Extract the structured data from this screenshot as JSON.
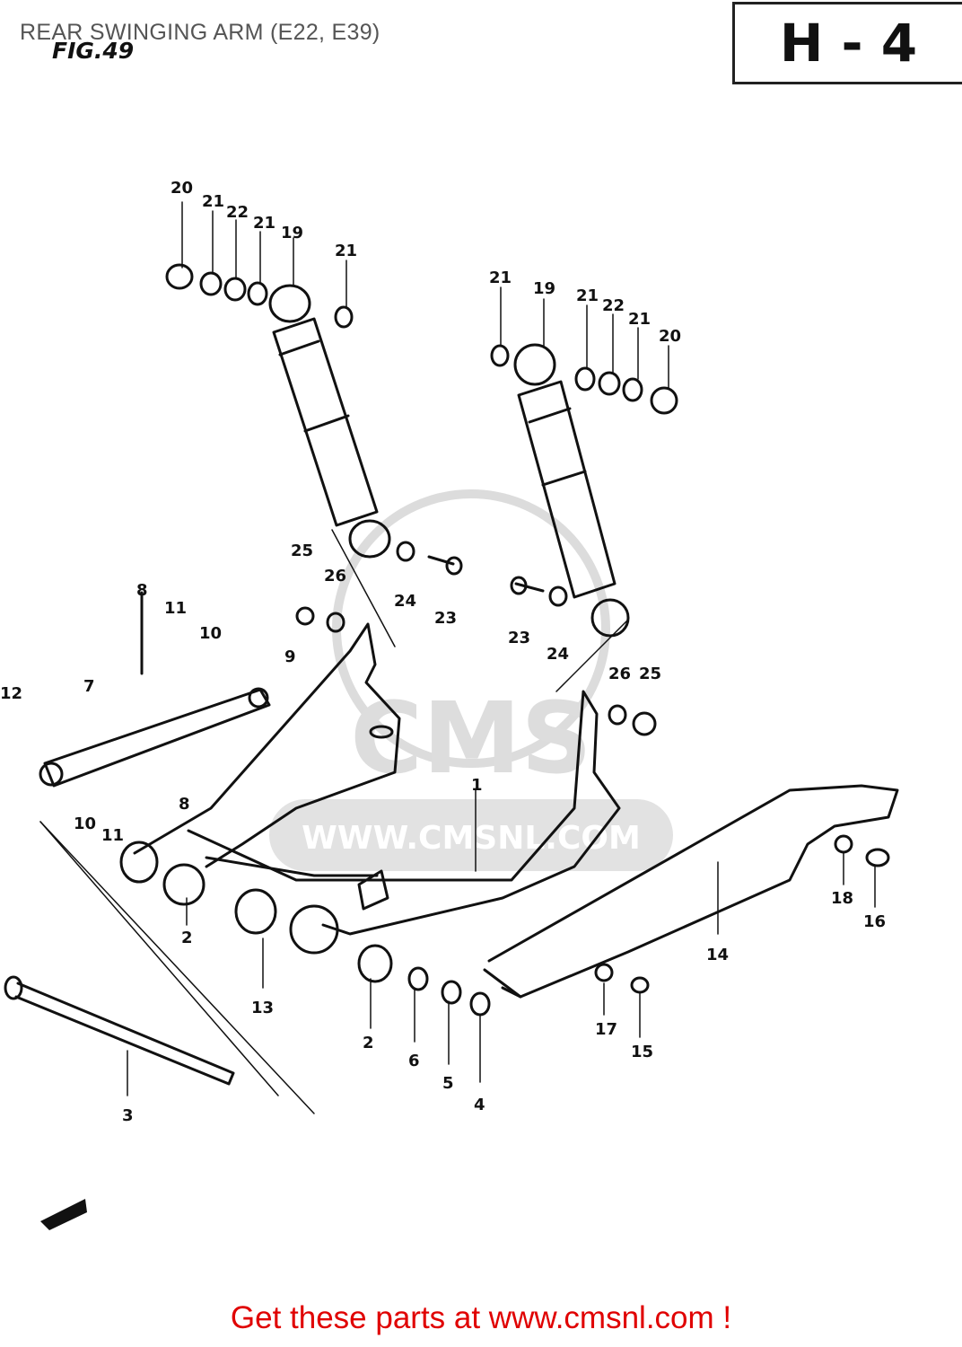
{
  "header": {
    "title": "REAR SWINGING ARM (E22, E39)",
    "figure": "FIG.49",
    "section": "H - 4"
  },
  "watermark": {
    "brand": "CMS",
    "url": "WWW.CMSNL.COM"
  },
  "callouts": [
    "20",
    "21",
    "22",
    "21",
    "19",
    "21",
    "21",
    "19",
    "21",
    "22",
    "21",
    "20",
    "25",
    "26",
    "24",
    "23",
    "23",
    "24",
    "26",
    "25",
    "8",
    "11",
    "10",
    "9",
    "12",
    "7",
    "10",
    "11",
    "8",
    "1",
    "18",
    "16",
    "14",
    "2",
    "13",
    "2",
    "6",
    "5",
    "4",
    "17",
    "15",
    "3"
  ],
  "footer": {
    "cta": "Get these parts at www.cmsnl.com !"
  }
}
